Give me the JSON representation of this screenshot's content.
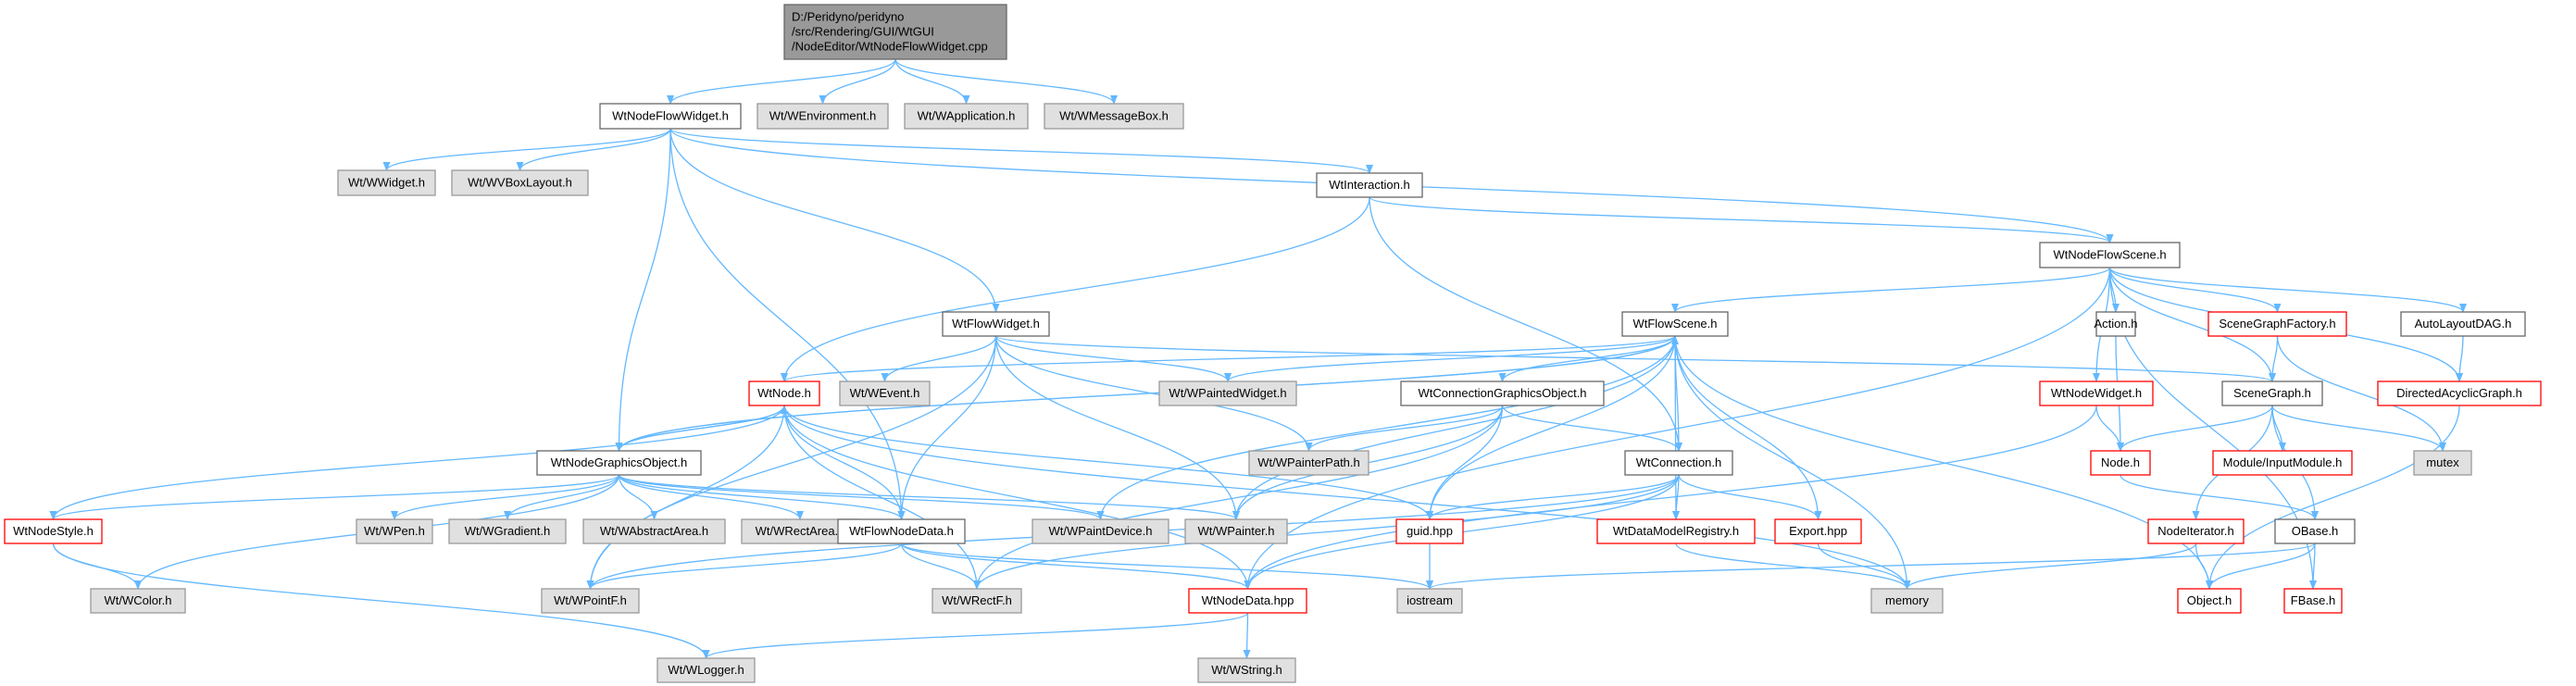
{
  "colors": {
    "edge": "#63b8ff",
    "root_fill": "#999999",
    "root_border": "#666666",
    "normal_fill": "#ffffff",
    "normal_border": "#666666",
    "missing_fill": "#e0e0e0",
    "missing_border": "#999999",
    "truncated_fill": "#ffffff",
    "truncated_border": "#ff0000"
  },
  "graph": {
    "title_lines": [
      "D:/Peridyno/peridyno",
      "/src/Rendering/GUI/WtGUI",
      "/NodeEditor/WtNodeFlowWidget.cpp"
    ],
    "nodes": [
      {
        "id": "root",
        "lines": [
          "D:/Peridyno/peridyno",
          "/src/Rendering/GUI/WtGUI",
          "/NodeEditor/WtNodeFlowWidget.cpp"
        ],
        "kind": "root"
      },
      {
        "id": "WtNodeFlowWidget_h",
        "lines": [
          "WtNodeFlowWidget.h"
        ],
        "kind": "normal"
      },
      {
        "id": "WEnvironment",
        "lines": [
          "Wt/WEnvironment.h"
        ],
        "kind": "missing"
      },
      {
        "id": "WApplication",
        "lines": [
          "Wt/WApplication.h"
        ],
        "kind": "missing"
      },
      {
        "id": "WMessageBox",
        "lines": [
          "Wt/WMessageBox.h"
        ],
        "kind": "missing"
      },
      {
        "id": "WWidget",
        "lines": [
          "Wt/WWidget.h"
        ],
        "kind": "missing"
      },
      {
        "id": "WVBoxLayout",
        "lines": [
          "Wt/WVBoxLayout.h"
        ],
        "kind": "missing"
      },
      {
        "id": "WtInteraction",
        "lines": [
          "WtInteraction.h"
        ],
        "kind": "normal"
      },
      {
        "id": "WtNodeFlowScene",
        "lines": [
          "WtNodeFlowScene.h"
        ],
        "kind": "normal"
      },
      {
        "id": "WtFlowWidget",
        "lines": [
          "WtFlowWidget.h"
        ],
        "kind": "normal"
      },
      {
        "id": "WtFlowScene",
        "lines": [
          "WtFlowScene.h"
        ],
        "kind": "normal"
      },
      {
        "id": "Action",
        "lines": [
          "Action.h"
        ],
        "kind": "normal"
      },
      {
        "id": "SceneGraphFactory",
        "lines": [
          "SceneGraphFactory.h"
        ],
        "kind": "truncated"
      },
      {
        "id": "AutoLayoutDAG",
        "lines": [
          "AutoLayoutDAG.h"
        ],
        "kind": "normal"
      },
      {
        "id": "WtNode",
        "lines": [
          "WtNode.h"
        ],
        "kind": "truncated"
      },
      {
        "id": "WEvent",
        "lines": [
          "Wt/WEvent.h"
        ],
        "kind": "missing"
      },
      {
        "id": "WPaintedWidget",
        "lines": [
          "Wt/WPaintedWidget.h"
        ],
        "kind": "missing"
      },
      {
        "id": "WtConnectionGraphicsObject",
        "lines": [
          "WtConnectionGraphicsObject.h"
        ],
        "kind": "normal"
      },
      {
        "id": "WtNodeWidget",
        "lines": [
          "WtNodeWidget.h"
        ],
        "kind": "truncated"
      },
      {
        "id": "SceneGraph",
        "lines": [
          "SceneGraph.h"
        ],
        "kind": "normal"
      },
      {
        "id": "DirectedAcyclicGraph",
        "lines": [
          "DirectedAcyclicGraph.h"
        ],
        "kind": "truncated"
      },
      {
        "id": "WPainterPath",
        "lines": [
          "Wt/WPainterPath.h"
        ],
        "kind": "missing"
      },
      {
        "id": "WtNodeGraphicsObject",
        "lines": [
          "WtNodeGraphicsObject.h"
        ],
        "kind": "normal"
      },
      {
        "id": "WtConnection",
        "lines": [
          "WtConnection.h"
        ],
        "kind": "normal"
      },
      {
        "id": "NodeH",
        "lines": [
          "Node.h"
        ],
        "kind": "truncated"
      },
      {
        "id": "ModuleInputModule",
        "lines": [
          "Module/InputModule.h"
        ],
        "kind": "truncated"
      },
      {
        "id": "mutex",
        "lines": [
          "mutex"
        ],
        "kind": "missing"
      },
      {
        "id": "WtNodeStyle",
        "lines": [
          "WtNodeStyle.h"
        ],
        "kind": "truncated"
      },
      {
        "id": "WPen",
        "lines": [
          "Wt/WPen.h"
        ],
        "kind": "missing"
      },
      {
        "id": "WGradient",
        "lines": [
          "Wt/WGradient.h"
        ],
        "kind": "missing"
      },
      {
        "id": "WAbstractArea",
        "lines": [
          "Wt/WAbstractArea.h"
        ],
        "kind": "missing"
      },
      {
        "id": "WRectArea",
        "lines": [
          "Wt/WRectArea.h"
        ],
        "kind": "missing"
      },
      {
        "id": "WtFlowNodeData",
        "lines": [
          "WtFlowNodeData.h"
        ],
        "kind": "normal"
      },
      {
        "id": "WPaintDevice",
        "lines": [
          "Wt/WPaintDevice.h"
        ],
        "kind": "missing"
      },
      {
        "id": "WPainter",
        "lines": [
          "Wt/WPainter.h"
        ],
        "kind": "missing"
      },
      {
        "id": "guid",
        "lines": [
          "guid.hpp"
        ],
        "kind": "truncated"
      },
      {
        "id": "WtDataModelRegistry",
        "lines": [
          "WtDataModelRegistry.h"
        ],
        "kind": "truncated"
      },
      {
        "id": "Export",
        "lines": [
          "Export.hpp"
        ],
        "kind": "truncated"
      },
      {
        "id": "NodeIterator",
        "lines": [
          "NodeIterator.h"
        ],
        "kind": "truncated"
      },
      {
        "id": "OBase",
        "lines": [
          "OBase.h"
        ],
        "kind": "normal"
      },
      {
        "id": "WColor",
        "lines": [
          "Wt/WColor.h"
        ],
        "kind": "missing"
      },
      {
        "id": "WPointF",
        "lines": [
          "Wt/WPointF.h"
        ],
        "kind": "missing"
      },
      {
        "id": "WRectF",
        "lines": [
          "Wt/WRectF.h"
        ],
        "kind": "missing"
      },
      {
        "id": "WtNodeData",
        "lines": [
          "WtNodeData.hpp"
        ],
        "kind": "truncated"
      },
      {
        "id": "iostream",
        "lines": [
          "iostream"
        ],
        "kind": "missing"
      },
      {
        "id": "memory",
        "lines": [
          "memory"
        ],
        "kind": "missing"
      },
      {
        "id": "ObjectH",
        "lines": [
          "Object.h"
        ],
        "kind": "truncated"
      },
      {
        "id": "FBase",
        "lines": [
          "FBase.h"
        ],
        "kind": "truncated"
      },
      {
        "id": "WLogger",
        "lines": [
          "Wt/WLogger.h"
        ],
        "kind": "missing"
      },
      {
        "id": "WString",
        "lines": [
          "Wt/WString.h"
        ],
        "kind": "missing"
      }
    ],
    "edges": [
      [
        "root",
        "WtNodeFlowWidget_h"
      ],
      [
        "root",
        "WEnvironment"
      ],
      [
        "root",
        "WApplication"
      ],
      [
        "root",
        "WMessageBox"
      ],
      [
        "WtNodeFlowWidget_h",
        "WWidget"
      ],
      [
        "WtNodeFlowWidget_h",
        "WVBoxLayout"
      ],
      [
        "WtNodeFlowWidget_h",
        "WtInteraction"
      ],
      [
        "WtNodeFlowWidget_h",
        "WtNodeFlowScene"
      ],
      [
        "WtNodeFlowWidget_h",
        "WtFlowWidget"
      ],
      [
        "WtNodeFlowWidget_h",
        "WtNodeGraphicsObject"
      ],
      [
        "WtNodeFlowWidget_h",
        "WtFlowNodeData"
      ],
      [
        "WtInteraction",
        "WtNodeFlowScene"
      ],
      [
        "WtInteraction",
        "WtNode"
      ],
      [
        "WtInteraction",
        "WtConnection"
      ],
      [
        "WtNodeFlowScene",
        "WtFlowScene"
      ],
      [
        "WtNodeFlowScene",
        "Action"
      ],
      [
        "WtNodeFlowScene",
        "SceneGraphFactory"
      ],
      [
        "WtNodeFlowScene",
        "AutoLayoutDAG"
      ],
      [
        "WtNodeFlowScene",
        "WtNodeWidget"
      ],
      [
        "WtNodeFlowScene",
        "SceneGraph"
      ],
      [
        "WtNodeFlowScene",
        "DirectedAcyclicGraph"
      ],
      [
        "WtNodeFlowScene",
        "FBase"
      ],
      [
        "WtNodeFlowScene",
        "WtNodeData"
      ],
      [
        "WtFlowWidget",
        "WEvent"
      ],
      [
        "WtFlowWidget",
        "WPaintedWidget"
      ],
      [
        "WtFlowWidget",
        "WPainterPath"
      ],
      [
        "WtFlowWidget",
        "WtFlowNodeData"
      ],
      [
        "WtFlowWidget",
        "WPainter"
      ],
      [
        "WtFlowWidget",
        "WPointF"
      ],
      [
        "WtFlowWidget",
        "SceneGraph"
      ],
      [
        "WtFlowScene",
        "WtNode"
      ],
      [
        "WtFlowScene",
        "WPaintedWidget"
      ],
      [
        "WtFlowScene",
        "WtConnectionGraphicsObject"
      ],
      [
        "WtFlowScene",
        "WtConnection"
      ],
      [
        "WtFlowScene",
        "guid"
      ],
      [
        "WtFlowScene",
        "WtDataModelRegistry"
      ],
      [
        "WtFlowScene",
        "Export"
      ],
      [
        "WtFlowScene",
        "memory"
      ],
      [
        "WtFlowScene",
        "ObjectH"
      ],
      [
        "WtFlowScene",
        "WtNodeGraphicsObject"
      ],
      [
        "WtFlowScene",
        "WPaintDevice"
      ],
      [
        "WtFlowScene",
        "WPainter"
      ],
      [
        "Action",
        "NodeH"
      ],
      [
        "SceneGraphFactory",
        "SceneGraph"
      ],
      [
        "SceneGraphFactory",
        "mutex"
      ],
      [
        "AutoLayoutDAG",
        "DirectedAcyclicGraph"
      ],
      [
        "WtNode",
        "WtNodeGraphicsObject"
      ],
      [
        "WtNode",
        "WtNodeStyle"
      ],
      [
        "WtNode",
        "WtFlowNodeData"
      ],
      [
        "WtNode",
        "guid"
      ],
      [
        "WtNode",
        "memory"
      ],
      [
        "WtNode",
        "WPointF"
      ],
      [
        "WtNode",
        "WRectF"
      ],
      [
        "WtNode",
        "WtNodeData"
      ],
      [
        "WtConnectionGraphicsObject",
        "WPainterPath"
      ],
      [
        "WtConnectionGraphicsObject",
        "WtConnection"
      ],
      [
        "WtConnectionGraphicsObject",
        "guid"
      ],
      [
        "WtConnectionGraphicsObject",
        "WPainter"
      ],
      [
        "WtConnectionGraphicsObject",
        "WRectF"
      ],
      [
        "WtNodeWidget",
        "NodeH"
      ],
      [
        "WtNodeWidget",
        "WtNodeData"
      ],
      [
        "SceneGraph",
        "NodeH"
      ],
      [
        "SceneGraph",
        "ModuleInputModule"
      ],
      [
        "SceneGraph",
        "mutex"
      ],
      [
        "SceneGraph",
        "NodeIterator"
      ],
      [
        "SceneGraph",
        "OBase"
      ],
      [
        "DirectedAcyclicGraph",
        "ObjectH"
      ],
      [
        "WtNodeGraphicsObject",
        "WtNode"
      ],
      [
        "WtNodeGraphicsObject",
        "WtNodeStyle"
      ],
      [
        "WtNodeGraphicsObject",
        "WPen"
      ],
      [
        "WtNodeGraphicsObject",
        "WGradient"
      ],
      [
        "WtNodeGraphicsObject",
        "WAbstractArea"
      ],
      [
        "WtNodeGraphicsObject",
        "WRectArea"
      ],
      [
        "WtNodeGraphicsObject",
        "WtFlowNodeData"
      ],
      [
        "WtNodeGraphicsObject",
        "WPaintDevice"
      ],
      [
        "WtNodeGraphicsObject",
        "WPainter"
      ],
      [
        "WtNodeGraphicsObject",
        "WColor"
      ],
      [
        "WtNodeGraphicsObject",
        "WtFlowScene"
      ],
      [
        "WtConnection",
        "guid"
      ],
      [
        "WtConnection",
        "WtDataModelRegistry"
      ],
      [
        "WtConnection",
        "Export"
      ],
      [
        "WtConnection",
        "WPointF"
      ],
      [
        "WtConnection",
        "WRectF"
      ],
      [
        "WtConnection",
        "WtNodeData"
      ],
      [
        "NodeH",
        "OBase"
      ],
      [
        "WtNodeStyle",
        "WColor"
      ],
      [
        "WtNodeStyle",
        "WLogger"
      ],
      [
        "WtFlowNodeData",
        "WtNodeData"
      ],
      [
        "WtFlowNodeData",
        "WPointF"
      ],
      [
        "WtFlowNodeData",
        "WRectF"
      ],
      [
        "WtFlowNodeData",
        "iostream"
      ],
      [
        "guid",
        "iostream"
      ],
      [
        "WtDataModelRegistry",
        "memory"
      ],
      [
        "Export",
        "memory"
      ],
      [
        "NodeIterator",
        "memory"
      ],
      [
        "NodeIterator",
        "ObjectH"
      ],
      [
        "OBase",
        "ObjectH"
      ],
      [
        "OBase",
        "FBase"
      ],
      [
        "OBase",
        "iostream"
      ],
      [
        "WtNodeData",
        "WLogger"
      ],
      [
        "WtNodeData",
        "WString"
      ]
    ]
  }
}
